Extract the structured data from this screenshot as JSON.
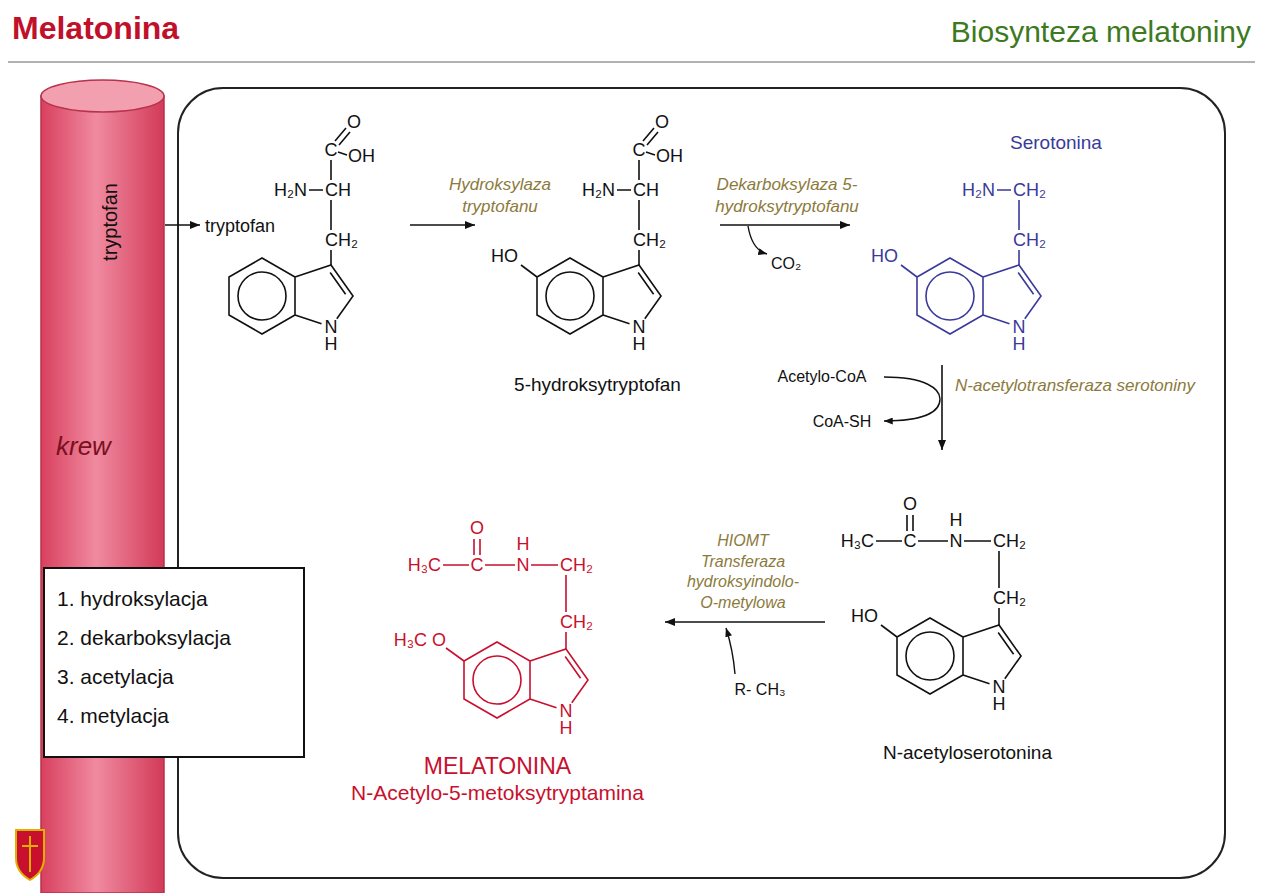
{
  "diagram": {
    "title": "Melatonina",
    "nodes": [
      {
        "text": [
          "tryptofan",
          "krew"
        ]
      },
      {
        "text": [
          "tryptofan"
        ]
      },
      {
        "text": [
          "5-hydroksytryptofan"
        ]
      },
      {
        "text": [
          "Serotonina"
        ]
      },
      {
        "text": [
          "N-acetyloserotonina"
        ]
      },
      {
        "text": [
          "MELATONINA",
          "N-Acetylo-5-metoksytryptamina"
        ]
      },
      {
        "text": [
          "1. hydroksylacja",
          "2. dekarboksylacja",
          "3. acetylacja",
          "4. metylacja"
        ]
      }
    ],
    "edges": [
      {
        "from": 0,
        "to": 1,
        "arrow": "to"
      },
      {
        "from": 1,
        "to": 2,
        "arrow": "to",
        "label": "Hydroksylaza tryptofanu"
      },
      {
        "from": 2,
        "to": 3,
        "arrow": "to",
        "label": "Dekarboksylaza 5-hydroksytryptofanu"
      },
      {
        "from": 3,
        "to": 4,
        "arrow": "to",
        "label": "N-acetylotransferaza serotoniny"
      },
      {
        "from": 4,
        "to": 5,
        "arrow": "to",
        "label": "HIOMT Transferaza hydroksyindolo-O-metylowa"
      }
    ],
    "labels": [
      "Biosynteza melatoniny",
      "O",
      "C",
      "OH",
      "H₂N",
      "CH",
      "CH₂",
      "N",
      "H",
      "O",
      "C",
      "OH",
      "H₂N",
      "CH",
      "CH₂",
      "HO",
      "N",
      "H",
      "CO₂",
      "H₂N",
      "CH₂",
      "CH₂",
      "HO",
      "N",
      "H",
      "Acetylo-CoA",
      "CoA-SH",
      "O",
      "H₃C",
      "C",
      "H",
      "N",
      "CH₂",
      "CH₂",
      "HO",
      "N",
      "H",
      "R- CH₃",
      "O",
      "H₃C",
      "C",
      "H",
      "N",
      "CH₂",
      "CH₂",
      "H₃C",
      "O",
      "N",
      "H"
    ]
  }
}
